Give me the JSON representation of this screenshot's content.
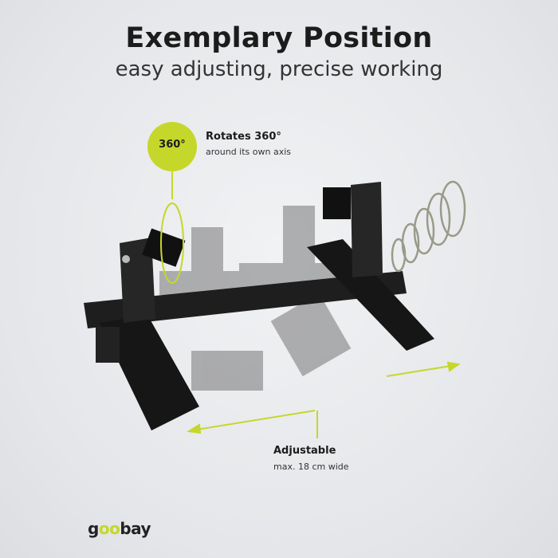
{
  "header": {
    "title": "Exemplary Position",
    "subtitle": "easy adjusting, precise working"
  },
  "rotate": {
    "badge": "360°",
    "title": "Rotates 360°",
    "subtitle": "around its own axis"
  },
  "adjust": {
    "title": "Adjustable",
    "subtitle": "max. 18 cm wide"
  },
  "brand": {
    "logo": "goobay"
  },
  "colors": {
    "accent": "#c5d72a",
    "product": "#1e1e1e"
  }
}
